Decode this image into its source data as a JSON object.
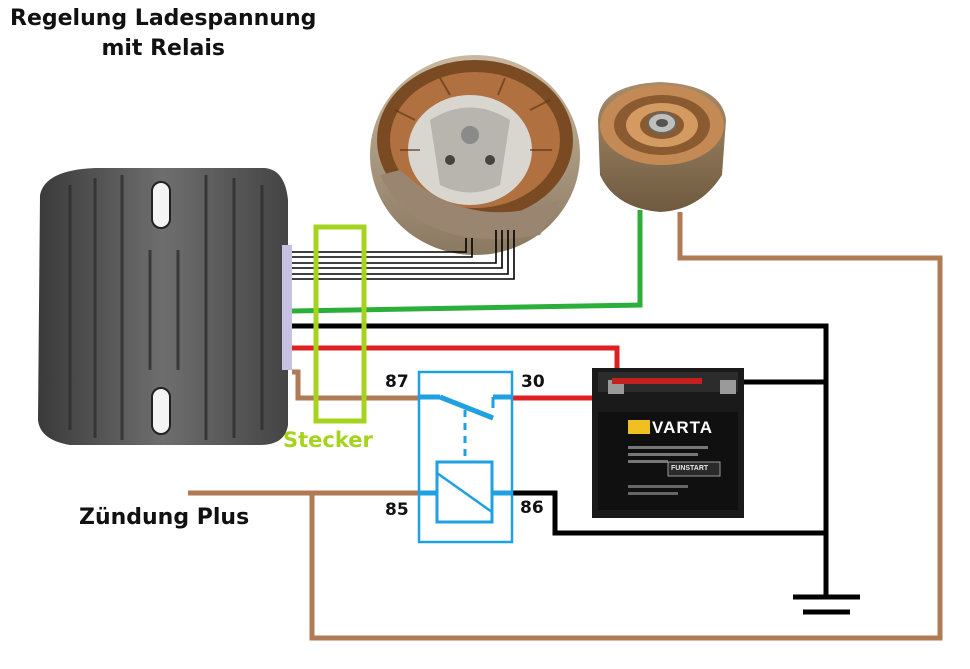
{
  "title": {
    "line1": "Regelung Ladespannung",
    "line2": "mit Relais"
  },
  "labels": {
    "stecker": "Stecker",
    "zuendung": "Zündung Plus",
    "pin87": "87",
    "pin30": "30",
    "pin85": "85",
    "pin86": "86"
  },
  "battery": {
    "brand": "VARTA",
    "badge": "FUNSTART"
  },
  "colors": {
    "brown": "#b07a55",
    "green": "#2cae3a",
    "red": "#e02020",
    "black": "#000000",
    "relay": "#1fa0e0",
    "stecker": "#a6d41e",
    "regulator": "#5c5c5c"
  }
}
